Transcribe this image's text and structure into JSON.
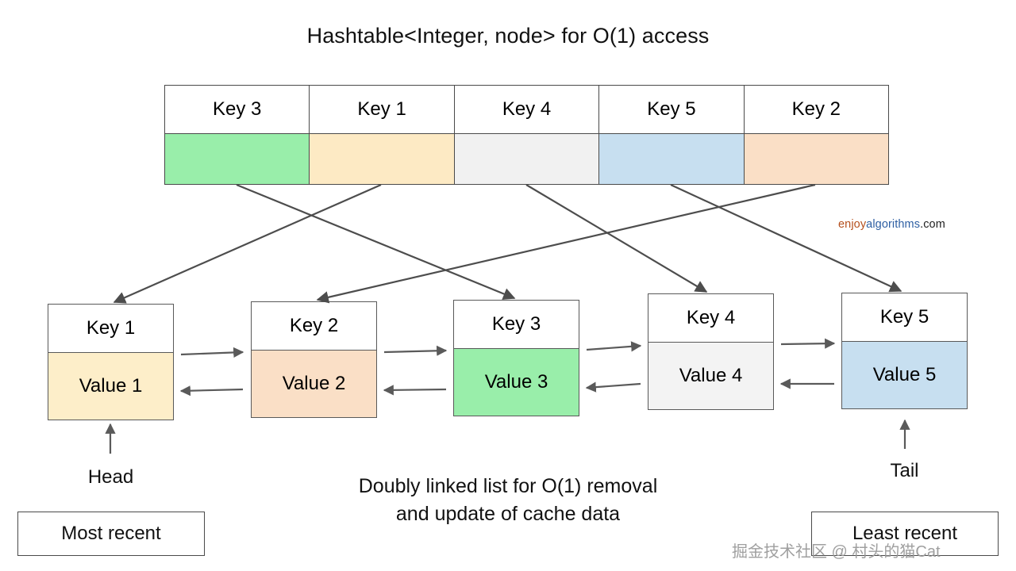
{
  "title": "Hashtable<Integer, node> for O(1) access",
  "hashtable": {
    "cells": [
      {
        "key": "Key 3",
        "color": "#99eeaa"
      },
      {
        "key": "Key 1",
        "color": "#fdeac4"
      },
      {
        "key": "Key 4",
        "color": "#f1f1f1"
      },
      {
        "key": "Key 5",
        "color": "#c7dff0"
      },
      {
        "key": "Key 2",
        "color": "#fadfc6"
      }
    ]
  },
  "linked_list": {
    "caption_line1": "Doubly linked list for O(1) removal",
    "caption_line2": "and update of cache data",
    "nodes": [
      {
        "key": "Key 1",
        "value": "Value 1",
        "color": "#fdeec9"
      },
      {
        "key": "Key 2",
        "value": "Value 2",
        "color": "#fadfc6"
      },
      {
        "key": "Key 3",
        "value": "Value 3",
        "color": "#99eeaa"
      },
      {
        "key": "Key 4",
        "value": "Value 4",
        "color": "#f3f3f3"
      },
      {
        "key": "Key 5",
        "value": "Value 5",
        "color": "#c7dff0"
      }
    ]
  },
  "pointers": {
    "head_label": "Head",
    "tail_label": "Tail",
    "most_recent": "Most recent",
    "least_recent": "Least recent"
  },
  "watermarks": {
    "brand_part1": "enjoy",
    "brand_part2": "algorithms",
    "brand_part3": ".com",
    "chinese": "掘金技术社区 @ 村头的猫Cat"
  }
}
